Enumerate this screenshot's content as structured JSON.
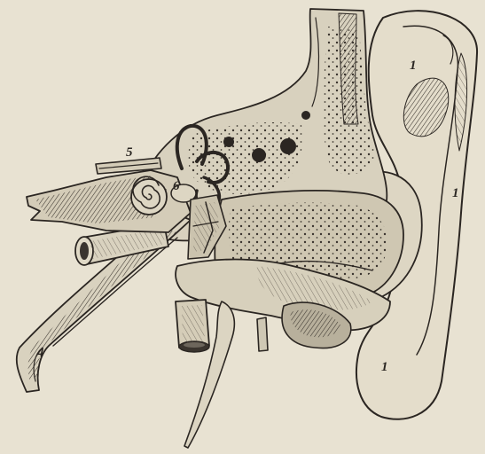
{
  "figure": {
    "description_labels": [
      {
        "id": "label-1-top",
        "text": "1"
      },
      {
        "id": "label-1-right",
        "text": "1"
      },
      {
        "id": "label-1-lobe",
        "text": "1"
      },
      {
        "id": "label-5",
        "text": "5"
      },
      {
        "id": "label-6",
        "text": "6"
      },
      {
        "id": "label-4",
        "text": "4"
      }
    ],
    "colors": {
      "paper": "#e8e2d2",
      "ink": "#2b2622",
      "shade": "#6d665c",
      "bone": "#d9d2c0"
    }
  }
}
